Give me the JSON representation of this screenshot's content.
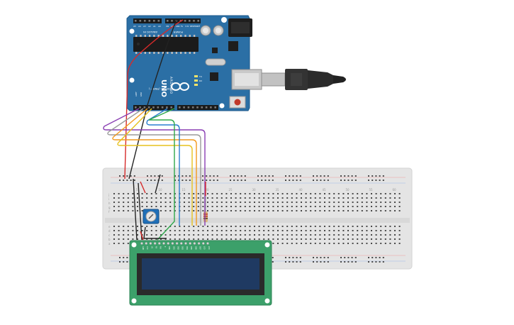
{
  "arduino": {
    "brand_label": "ARDUINO",
    "model_label": "UNO",
    "analog_label": "ANALOG IN",
    "power_label": "POWER",
    "digital_label": "DIGITAL (PWM ~)",
    "tx_label": "TX",
    "rx_label": "RX",
    "aref_label": "AREF",
    "gnd_label": "GND",
    "analog_pins": [
      "A5",
      "A4",
      "A3",
      "A2",
      "A1",
      "A0"
    ],
    "power_pins": [
      "VIN",
      "GND",
      "GND",
      "5V",
      "3.3V",
      "RESET",
      "IOREF"
    ]
  },
  "breadboard": {
    "column_numbers": [
      "5",
      "10",
      "15",
      "20",
      "25",
      "30",
      "35",
      "40",
      "45",
      "50",
      "55",
      "60"
    ],
    "row_letters_top": [
      "j",
      "i",
      "h",
      "g",
      "f"
    ],
    "row_letters_bottom": [
      "e",
      "d",
      "c",
      "b",
      "a"
    ]
  },
  "lcd": {
    "pin_labels": [
      "GND",
      "VCC",
      "V0",
      "RS",
      "RW",
      "E",
      "DB0",
      "DB1",
      "DB2",
      "DB3",
      "DB4",
      "DB5",
      "DB6",
      "DB7",
      "LED",
      "LED"
    ]
  },
  "colors": {
    "arduino_board": "#2b6fa5",
    "breadboard": "#e4e4e4",
    "lcd_pcb": "#3ca06a",
    "lcd_screen": "#1f3a62",
    "usb_cable": "#2f2f2f",
    "wire_red": "#d62a2a",
    "wire_black": "#222222",
    "wire_purple": "#8a3fb3",
    "wire_gray": "#9a9a9a",
    "wire_orange": "#f29a1e",
    "wire_yellow": "#e6c21f",
    "wire_blue": "#2a7fd0",
    "wire_green": "#2ea84a"
  }
}
